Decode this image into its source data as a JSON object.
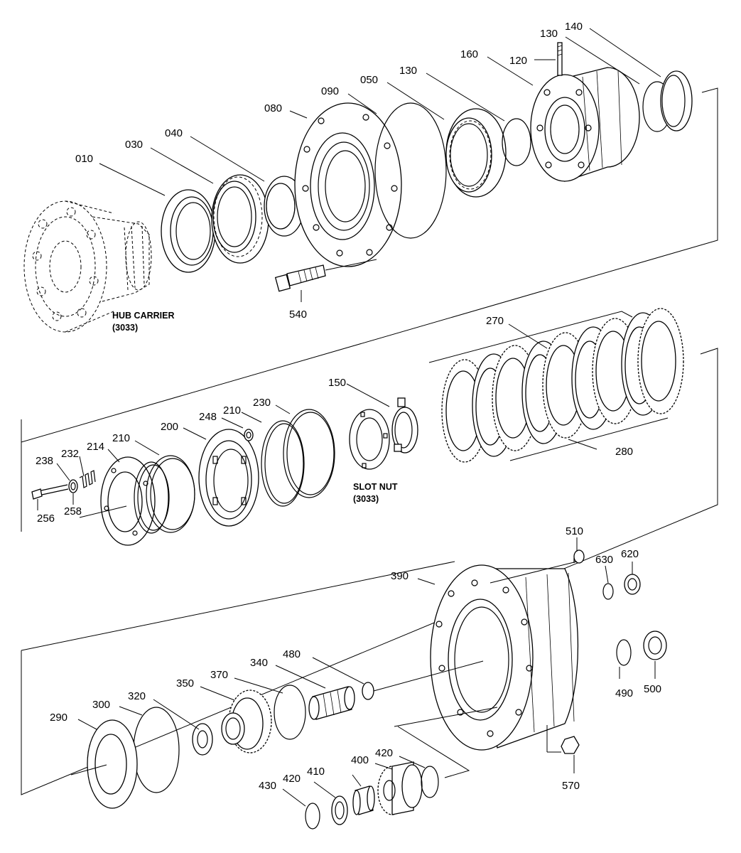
{
  "labels": {
    "p010": "010",
    "p030": "030",
    "p040": "040",
    "p080": "080",
    "p090": "090",
    "p050": "050",
    "p130a": "130",
    "p160": "160",
    "p120": "120",
    "p130b": "130",
    "p140": "140",
    "p540": "540",
    "p150": "150",
    "p270": "270",
    "p280": "280",
    "p238": "238",
    "p232": "232",
    "p214": "214",
    "p210a": "210",
    "p200": "200",
    "p248": "248",
    "p210b": "210",
    "p230": "230",
    "p256": "256",
    "p258": "258",
    "p510": "510",
    "p630": "630",
    "p620": "620",
    "p390": "390",
    "p480": "480",
    "p340": "340",
    "p370": "370",
    "p350": "350",
    "p320": "320",
    "p300": "300",
    "p290": "290",
    "p490": "490",
    "p500": "500",
    "p570": "570",
    "p400": "400",
    "p420a": "420",
    "p410": "410",
    "p420b": "420",
    "p430": "430"
  },
  "captions": {
    "hub_carrier_line1": "HUB CARRIER",
    "hub_carrier_line2": "(3033)",
    "slot_nut_line1": "SLOT NUT",
    "slot_nut_line2": "(3033)"
  }
}
